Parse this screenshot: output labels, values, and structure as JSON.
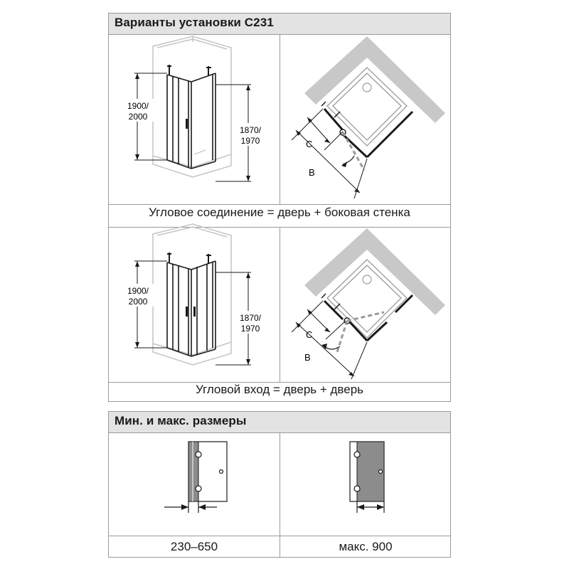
{
  "section1": {
    "title": "Варианты установки С231",
    "variant1": {
      "caption": "Угловое соединение = дверь + боковая стенка",
      "height_outer": [
        "1900/",
        "2000"
      ],
      "height_inner": [
        "1870/",
        "1970"
      ],
      "label_c": "C",
      "label_b": "B"
    },
    "variant2": {
      "caption": "Угловой вход = дверь + дверь",
      "height_outer": [
        "1900/",
        "2000"
      ],
      "height_inner": [
        "1870/",
        "1970"
      ],
      "label_c": "C",
      "label_b": "B"
    }
  },
  "section2": {
    "title": "Мин. и макс. размеры",
    "min_caption": "230–650",
    "max_caption": "макс. 900"
  },
  "colors": {
    "border": "#9a9a9a",
    "header_bg": "#e3e3e3",
    "wall_gray": "#c8c8c8",
    "panel_gray": "#8c8c8c"
  }
}
